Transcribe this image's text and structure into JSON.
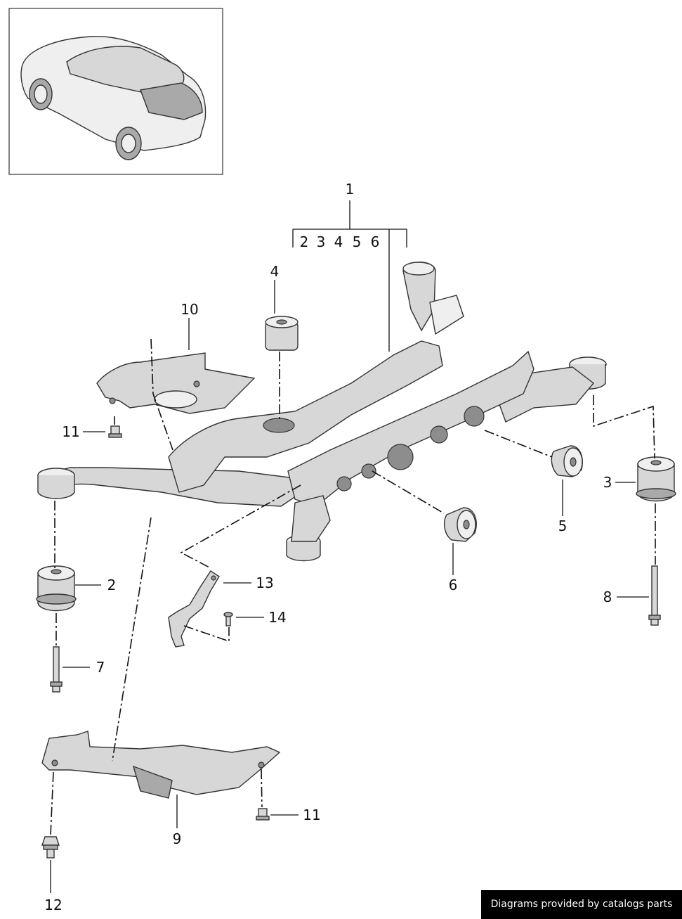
{
  "callouts": {
    "c1": "1",
    "group": [
      "2",
      "3",
      "4",
      "5",
      "6"
    ],
    "c2": "2",
    "c3": "3",
    "c4": "4",
    "c5": "5",
    "c6": "6",
    "c7": "7",
    "c8": "8",
    "c9": "9",
    "c10": "10",
    "c11a": "11",
    "c11b": "11",
    "c12": "12",
    "c13": "13",
    "c14": "14"
  },
  "footer": "Diagrams provided by catalogs parts"
}
